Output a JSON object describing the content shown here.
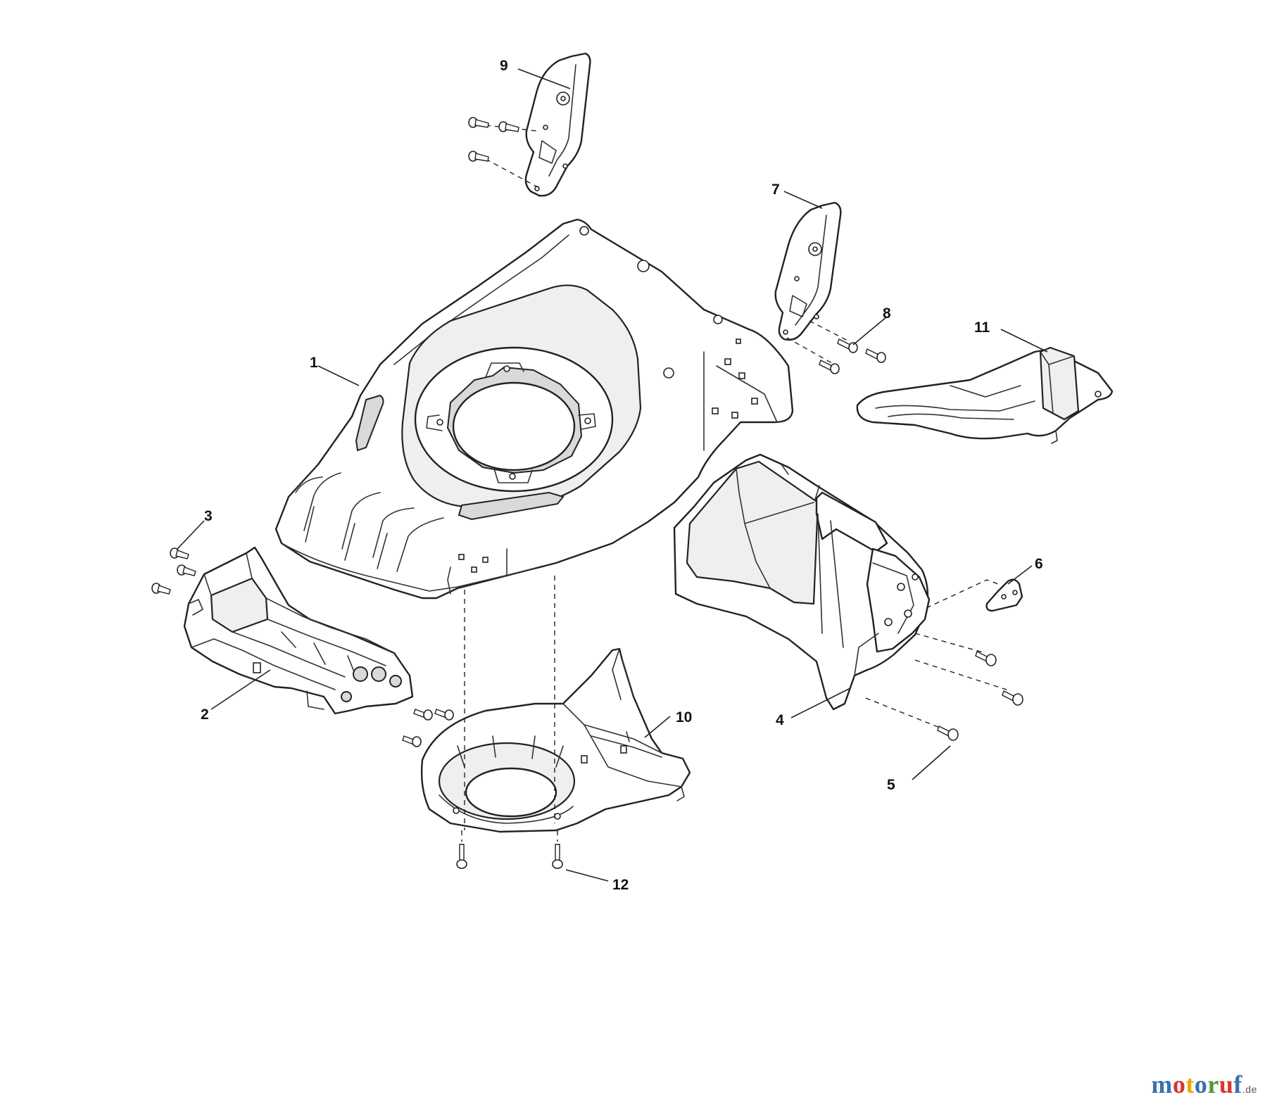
{
  "callouts": [
    {
      "id": "1",
      "label": "1"
    },
    {
      "id": "2",
      "label": "2"
    },
    {
      "id": "3",
      "label": "3"
    },
    {
      "id": "4",
      "label": "4"
    },
    {
      "id": "5",
      "label": "5"
    },
    {
      "id": "6",
      "label": "6"
    },
    {
      "id": "7",
      "label": "7"
    },
    {
      "id": "8",
      "label": "8"
    },
    {
      "id": "9",
      "label": "9"
    },
    {
      "id": "10",
      "label": "10"
    },
    {
      "id": "11",
      "label": "11"
    },
    {
      "id": "12",
      "label": "12"
    }
  ],
  "watermark": {
    "letters": [
      {
        "ch": "m",
        "color": "#3a6fb0"
      },
      {
        "ch": "o",
        "color": "#d9342b"
      },
      {
        "ch": "t",
        "color": "#f0a500"
      },
      {
        "ch": "o",
        "color": "#3a6fb0"
      },
      {
        "ch": "r",
        "color": "#4a9a3a"
      },
      {
        "ch": "u",
        "color": "#d9342b"
      },
      {
        "ch": "f",
        "color": "#3a6fb0"
      }
    ],
    "tld": ".de"
  }
}
